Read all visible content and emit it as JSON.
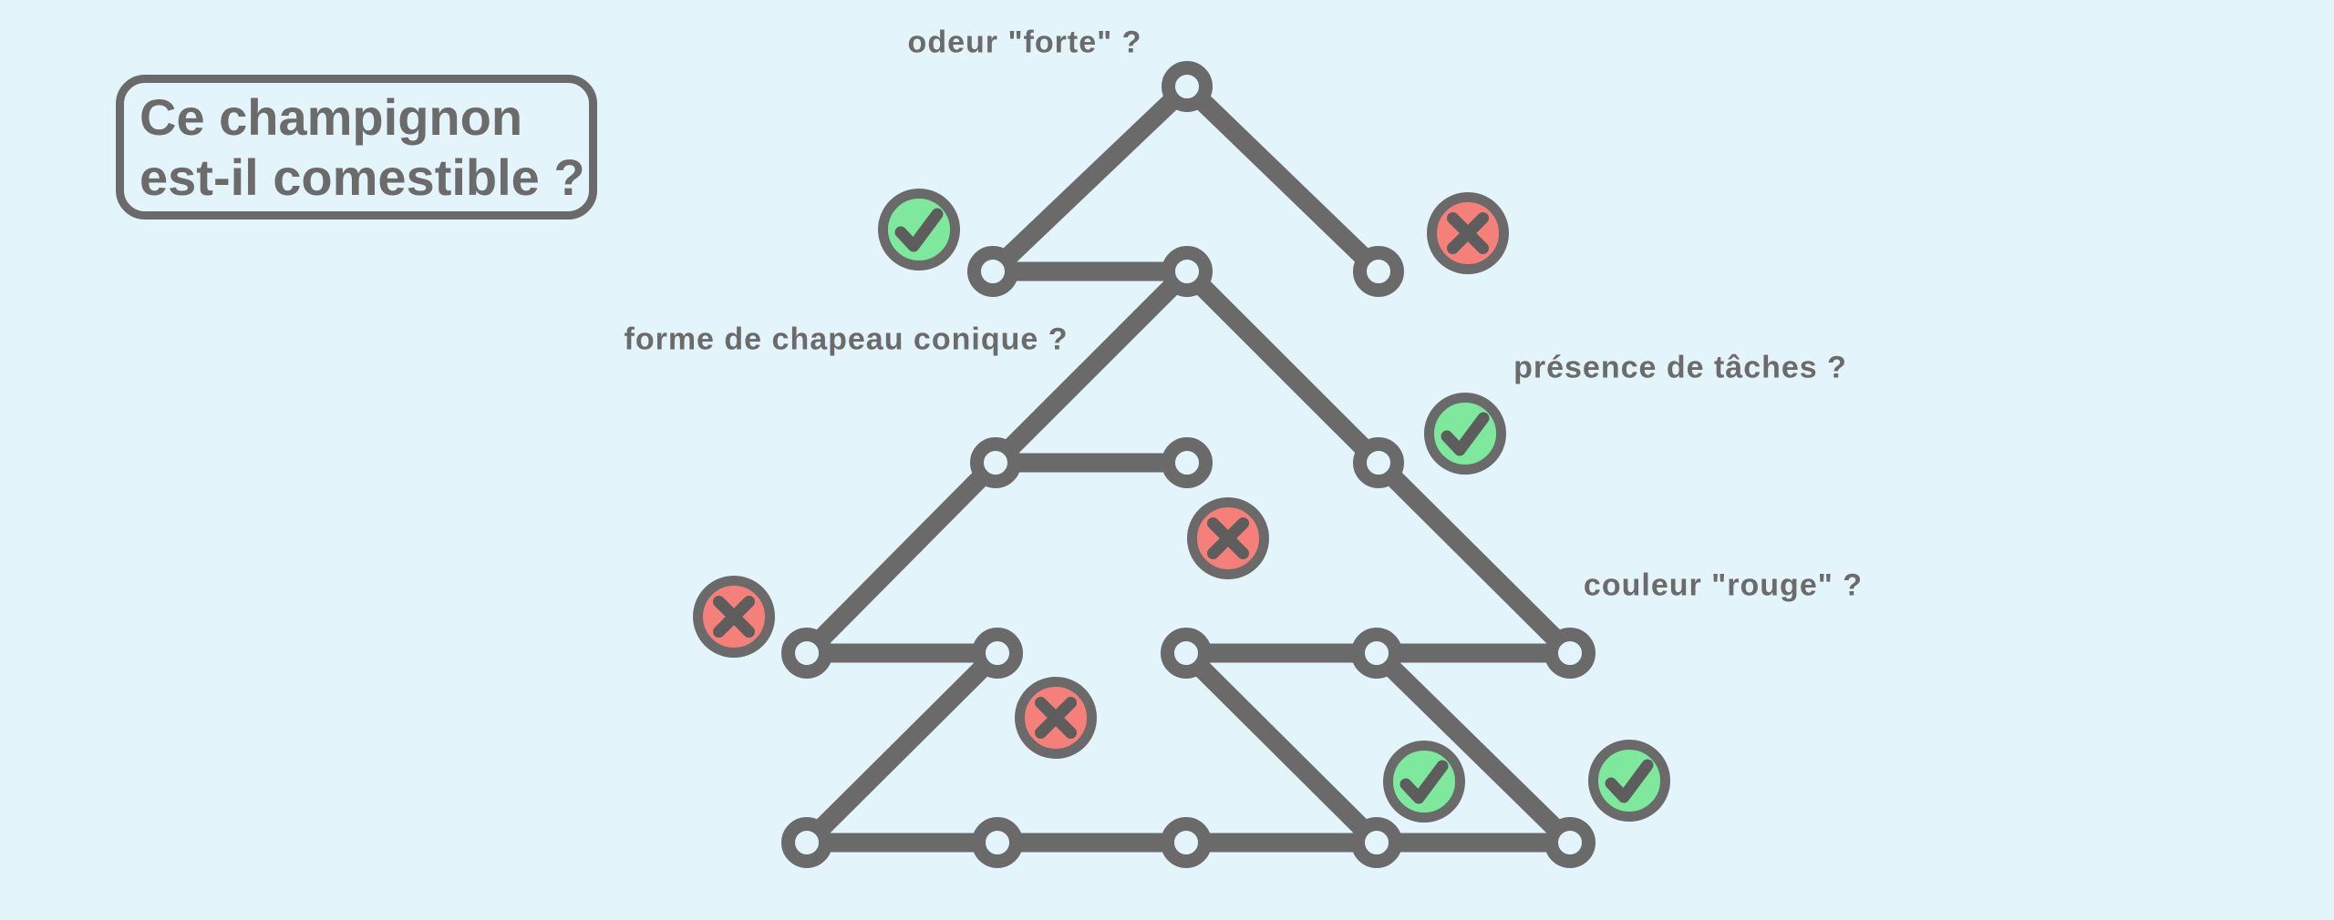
{
  "title": {
    "line1": "Ce champignon",
    "line2": "est-il comestible ?"
  },
  "questions": [
    {
      "id": "odor",
      "label": "odeur \"forte\" ?"
    },
    {
      "id": "cap",
      "label": "forme de chapeau conique ?"
    },
    {
      "id": "spots",
      "label": "présence de tâches ?"
    },
    {
      "id": "color",
      "label": "couleur \"rouge\" ?"
    }
  ],
  "badges": [
    {
      "icon": "check-icon",
      "kind": "yes"
    },
    {
      "icon": "cross-icon",
      "kind": "no"
    },
    {
      "icon": "check-icon",
      "kind": "yes"
    },
    {
      "icon": "cross-icon",
      "kind": "no"
    },
    {
      "icon": "cross-icon",
      "kind": "no"
    },
    {
      "icon": "cross-icon",
      "kind": "no"
    },
    {
      "icon": "check-icon",
      "kind": "yes"
    },
    {
      "icon": "check-icon",
      "kind": "yes"
    }
  ],
  "colors": {
    "background": "#e3f4fb",
    "line": "#6a6a6a",
    "text": "#6b6b6b",
    "glyph": "#5d5d5d",
    "green": "#7ee89d",
    "red": "#f5807a",
    "node_hole": "#e3f4fb",
    "badge_border": "#6a6a6a"
  }
}
